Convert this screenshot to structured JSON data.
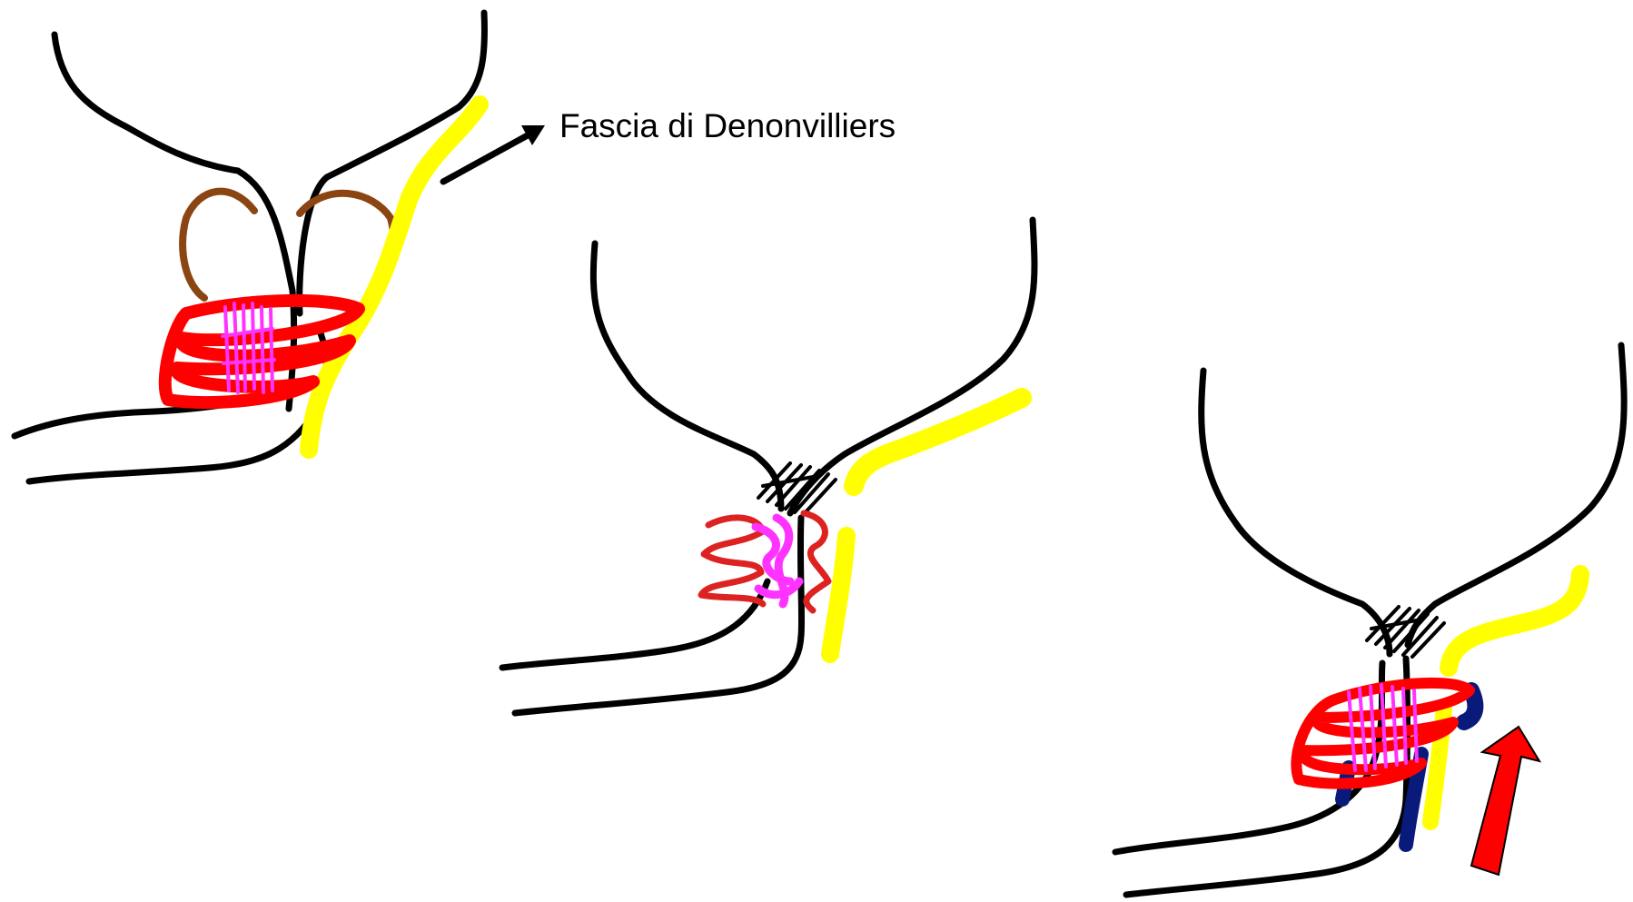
{
  "annotation": {
    "label": "Fascia di Denonvilliers"
  },
  "colors": {
    "outline": "#000000",
    "fascia": "#ffff00",
    "sphincter": "#ff0000",
    "sphincter_dark": "#dd2222",
    "sutures": "#ff33ff",
    "vesicles": "#8b4513",
    "reconstruction": "#0a1a7a",
    "arrow": "#ff0000"
  },
  "panels": [
    {
      "name": "panel-1"
    },
    {
      "name": "panel-2"
    },
    {
      "name": "panel-3"
    }
  ]
}
